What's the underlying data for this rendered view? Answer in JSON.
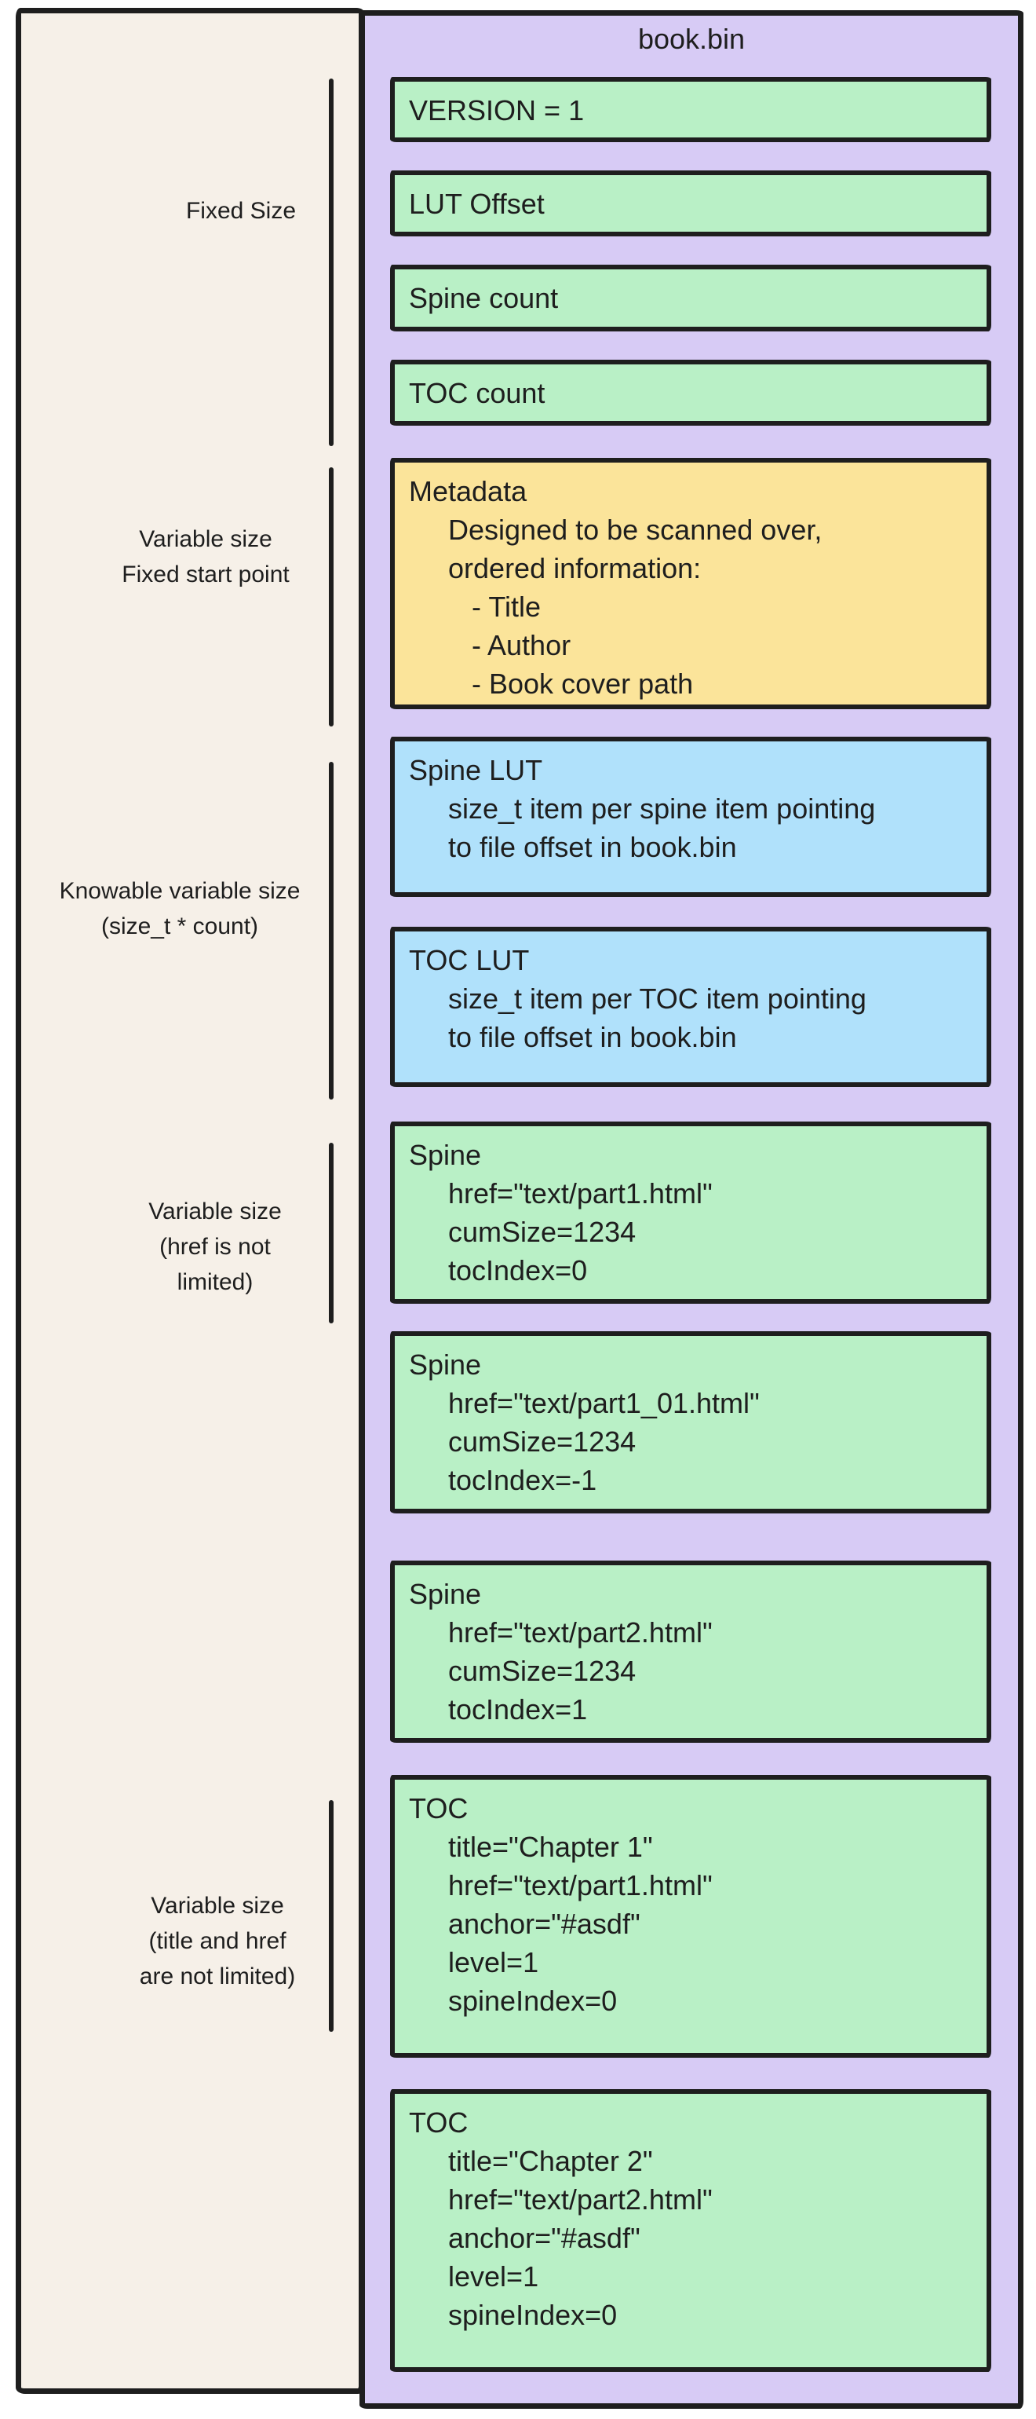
{
  "diagram": {
    "title": "book.bin",
    "legend": {
      "labels": [
        {
          "id": "fixed-size",
          "text": "Fixed Size"
        },
        {
          "id": "variable-size-fixed-start",
          "text": "Variable size\nFixed start point"
        },
        {
          "id": "knowable-variable-size",
          "text": "Knowable variable size\n(size_t * count)"
        },
        {
          "id": "variable-size-href",
          "text": "Variable size\n(href is not\nlimited)"
        },
        {
          "id": "variable-size-title-href",
          "text": "Variable size\n(title and href\nare not limited)"
        }
      ]
    },
    "file_layout": {
      "blocks": [
        {
          "id": "version",
          "color": "green",
          "text": "VERSION = 1"
        },
        {
          "id": "lut-offset",
          "color": "green",
          "text": "LUT Offset"
        },
        {
          "id": "spine-count",
          "color": "green",
          "text": "Spine count"
        },
        {
          "id": "toc-count",
          "color": "green",
          "text": "TOC count"
        },
        {
          "id": "metadata",
          "color": "yellow",
          "text": "Metadata\n     Designed to be scanned over,\n     ordered information:\n        - Title\n        - Author\n        - Book cover path"
        },
        {
          "id": "spine-lut",
          "color": "blue",
          "text": "Spine LUT\n     size_t item per spine item pointing\n     to file offset in book.bin"
        },
        {
          "id": "toc-lut",
          "color": "blue",
          "text": "TOC LUT\n     size_t item per TOC item pointing\n     to file offset in book.bin"
        },
        {
          "id": "spine-1",
          "color": "green",
          "text": "Spine\n     href=\"text/part1.html\"\n     cumSize=1234\n     tocIndex=0"
        },
        {
          "id": "spine-2",
          "color": "green",
          "text": "Spine\n     href=\"text/part1_01.html\"\n     cumSize=1234\n     tocIndex=-1"
        },
        {
          "id": "spine-3",
          "color": "green",
          "text": "Spine\n     href=\"text/part2.html\"\n     cumSize=1234\n     tocIndex=1"
        },
        {
          "id": "toc-1",
          "color": "green",
          "text": "TOC\n     title=\"Chapter 1\"\n     href=\"text/part1.html\"\n     anchor=\"#asdf\"\n     level=1\n     spineIndex=0"
        },
        {
          "id": "toc-2",
          "color": "green",
          "text": "TOC\n     title=\"Chapter 2\"\n     href=\"text/part2.html\"\n     anchor=\"#asdf\"\n     level=1\n     spineIndex=0"
        }
      ]
    }
  },
  "palette": {
    "container_fill": "#d7cbf5",
    "field_green": "#b9f0c6",
    "metadata_yellow": "#fbe49a",
    "lut_blue": "#b0e1fb",
    "panel_cream": "#f6f0e8",
    "stroke": "#1e1e1e"
  }
}
